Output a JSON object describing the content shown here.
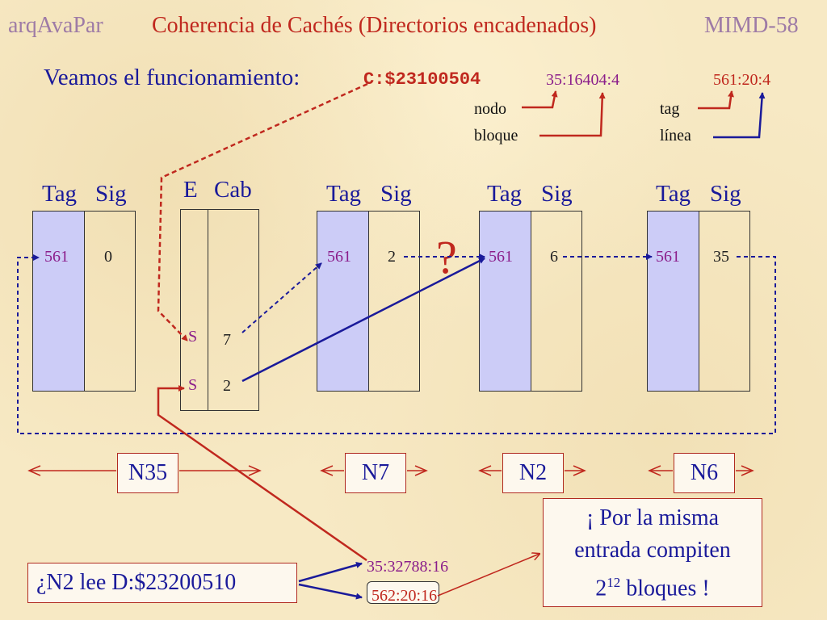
{
  "header": {
    "left": "arqAvaPar",
    "title": "Coherencia de Cachés (Directorios encadenados)",
    "right": "MIMD-58"
  },
  "subtitle": {
    "text": "Veamos el funcionamiento:",
    "address": "C:$23100504"
  },
  "address_split_1": {
    "value": "35:16404:4",
    "label_a": "nodo",
    "label_b": "bloque"
  },
  "address_split_2": {
    "value": "561:20:4",
    "label_a": "tag",
    "label_b": "línea"
  },
  "columns": {
    "tag": "Tag",
    "sig": "Sig",
    "e": "E",
    "cab": "Cab"
  },
  "caches": [
    {
      "tag": "561",
      "sig": "0"
    },
    {
      "tag": "561",
      "sig": "2"
    },
    {
      "tag": "561",
      "sig": "6"
    },
    {
      "tag": "561",
      "sig": "35"
    }
  ],
  "directory": [
    {
      "state": "S",
      "head": "7"
    },
    {
      "state": "S",
      "head": "2"
    }
  ],
  "question_mark": "?",
  "nodes": [
    "N35",
    "N7",
    "N2",
    "N6"
  ],
  "read_box": "¿N2 lee D:$23200510",
  "read_split_1": "35:32788:16",
  "read_split_2": "562:20:16",
  "note": {
    "line1": "¡ Por la misma",
    "line2": "entrada compiten",
    "line3_base": "2",
    "line3_exp": "12",
    "line3_rest": " bloques !"
  },
  "colors": {
    "red": "#c0281e",
    "blue": "#1a1a9a",
    "purple": "#8b1e8b",
    "tag_fill": "#ccccf7"
  }
}
